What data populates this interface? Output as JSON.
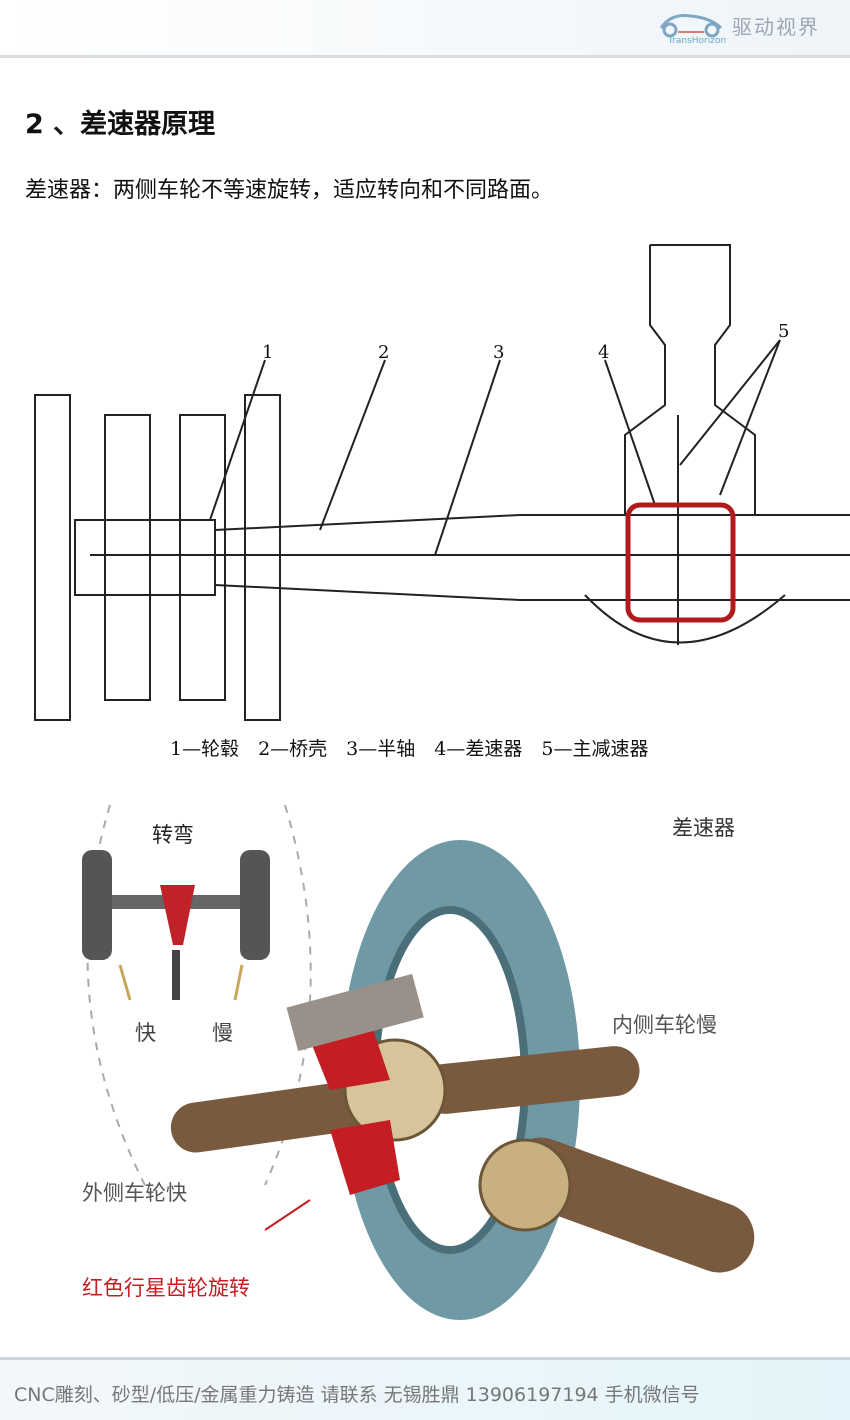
{
  "header": {
    "logo_text": "驱动视界",
    "logo_sub": "TransHorizon"
  },
  "section": {
    "title": "2 、差速器原理",
    "intro": "差速器：两侧车轮不等速旋转，适应转向和不同路面。"
  },
  "diagram1": {
    "callouts": [
      "1",
      "2",
      "3",
      "4",
      "5"
    ],
    "caption": "1—轮毂　2—桥壳　3—半轴　4—差速器　5—主减速器",
    "highlight_color": "#b01c1c"
  },
  "diagram2": {
    "turn": "转弯",
    "title": "差速器",
    "fast": "快",
    "slow": "慢",
    "inner": "内侧车轮慢",
    "outer": "外侧车轮快",
    "planet": "红色行星齿轮旋转"
  },
  "footer": {
    "text": "CNC雕刻、砂型/低压/金属重力铸造 请联系 无锡胜鼎 13906197194 手机微信号"
  }
}
